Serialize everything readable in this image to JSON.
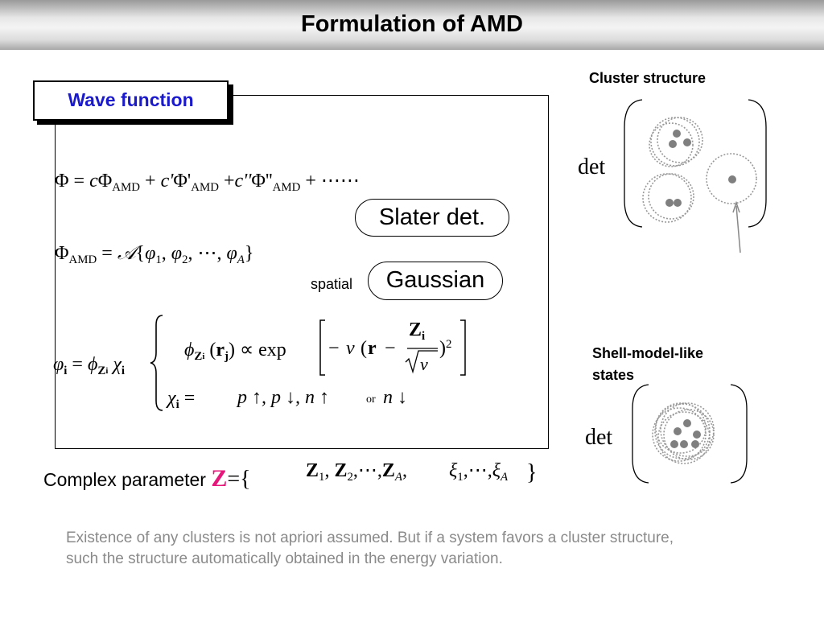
{
  "slide": {
    "title": "Formulation of AMD"
  },
  "wave_function_box": {
    "label": "Wave function"
  },
  "equations": {
    "eq1": {
      "phi": "Φ",
      "eq": "=",
      "c1": "c",
      "phi_amd": "Φ",
      "amd_sub": "AMD",
      "plus1": "+",
      "c2": "c'",
      "phi_prime": "Φ'",
      "amd_sub2": "AMD",
      "plus2": "+",
      "c3": "c''",
      "phi_dprime": "Φ''",
      "amd_sub3": "AMD",
      "tail": "+ ⋯⋯"
    },
    "eq2": {
      "phi": "Φ",
      "amd_sub": "AMD",
      "eq": "=",
      "antisym": "𝒜",
      "open": "{",
      "phi1": "φ",
      "s1": "1",
      "phi2": "φ",
      "s2": "2",
      "dots": "⋯",
      "phiA": "φ",
      "sA": "A",
      "close": "}"
    },
    "eq3": {
      "lhs_phi": "φ",
      "lhs_i": "i",
      "eq": "=",
      "lhs_phiz": "ϕ",
      "lhs_zi": "Z",
      "lhs_zi_sub": "i",
      "chi": "χ",
      "chi_sub": "i",
      "row1_phi": "ϕ",
      "row1_z": "Z",
      "row1_z_sub": "i",
      "row1_r": "r",
      "row1_r_sub": "j",
      "prop": "∝",
      "exp": "exp",
      "minus": "−",
      "nu": "ν",
      "r": "r",
      "minus2": "−",
      "zi": "Z",
      "zi_sub": "i",
      "sqrt": "√",
      "nu2": "ν",
      "square": "2",
      "row2_chi": "χ",
      "row2_sub": "i",
      "row2_eq": "=",
      "spin_states": "p ↑, p ↓, n ↑",
      "or": "or",
      "last_state": "n ↓"
    }
  },
  "pills": {
    "slater": "Slater det.",
    "gaussian": "Gaussian"
  },
  "spatial_label": "spatial",
  "side": {
    "cluster_heading": "Cluster structure",
    "cluster_det": "det",
    "shell_heading_line1": "Shell-model-like",
    "shell_heading_line2": "states",
    "shell_det": "det"
  },
  "complex_param": {
    "label": "Complex parameter",
    "z": "Z",
    "eq_open": "={",
    "z1": "Z",
    "z1_sub": "1",
    "z2": "Z",
    "z2_sub": "2",
    "dots": ",⋯,",
    "zA": "Z",
    "zA_sub": "A",
    "xi1": "ξ",
    "xi1_sub": "1",
    "xidots": ",⋯,",
    "xiA": "ξ",
    "xiA_sub": "A",
    "close": "}"
  },
  "note": "Existence of any clusters is not apriori assumed. But if a system favors a cluster structure, such the structure automatically obtained in the energy variation.",
  "colors": {
    "title_text": "#000000",
    "wave_function_label": "#1a1acc",
    "complex_z": "#e5177a",
    "note_text": "#8a8a8a",
    "nucleon_dot": "#7f7f7f"
  }
}
